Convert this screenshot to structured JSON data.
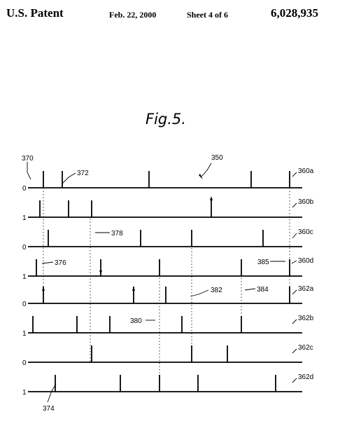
{
  "header": {
    "left": "U.S. Patent",
    "date": "Feb. 22, 2000",
    "sheet": "Sheet 4 of 6",
    "number": "6,028,935"
  },
  "figure": {
    "title": "Fig.5.",
    "overall_ref": "350",
    "origin_ref": "370"
  },
  "tracks": [
    {
      "label": "360a",
      "start_level": "0"
    },
    {
      "label": "360b",
      "start_level": "1"
    },
    {
      "label": "360c",
      "start_level": "0"
    },
    {
      "label": "360d",
      "start_level": "1"
    },
    {
      "label": "362a",
      "start_level": "0"
    },
    {
      "label": "362b",
      "start_level": "1"
    },
    {
      "label": "362c",
      "start_level": "0"
    },
    {
      "label": "362d",
      "start_level": "1"
    }
  ],
  "refs": {
    "r372": "372",
    "r374": "374",
    "r376": "376",
    "r378": "378",
    "r380": "380",
    "r382": "382",
    "r384": "384",
    "r385": "385"
  }
}
